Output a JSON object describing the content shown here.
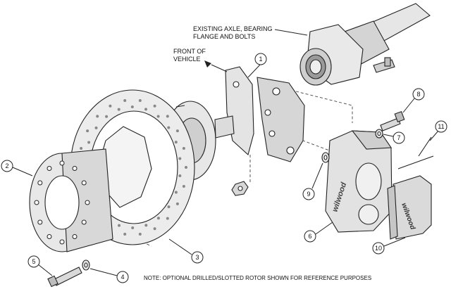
{
  "labels": {
    "axle_line1": "EXISTING AXLE, BEARING",
    "axle_line2": "FLANGE AND BOLTS",
    "front_line1": "FRONT OF",
    "front_line2": "VEHICLE",
    "note": "NOTE: OPTIONAL DRILLED/SLOTTED ROTOR SHOWN FOR REFERENCE PURPOSES"
  },
  "callouts": {
    "c1": "1",
    "c2": "2",
    "c3": "3",
    "c4": "4",
    "c5": "5",
    "c6": "6",
    "c7": "7",
    "c8": "8",
    "c9": "9",
    "c10": "10",
    "c11": "11"
  },
  "branding": {
    "caliper_logo": "wilwood",
    "pad_logo": "wilwood"
  },
  "colors": {
    "part_fill": "#e9e9e9",
    "part_shade": "#bdbdbd",
    "outline": "#222222"
  }
}
